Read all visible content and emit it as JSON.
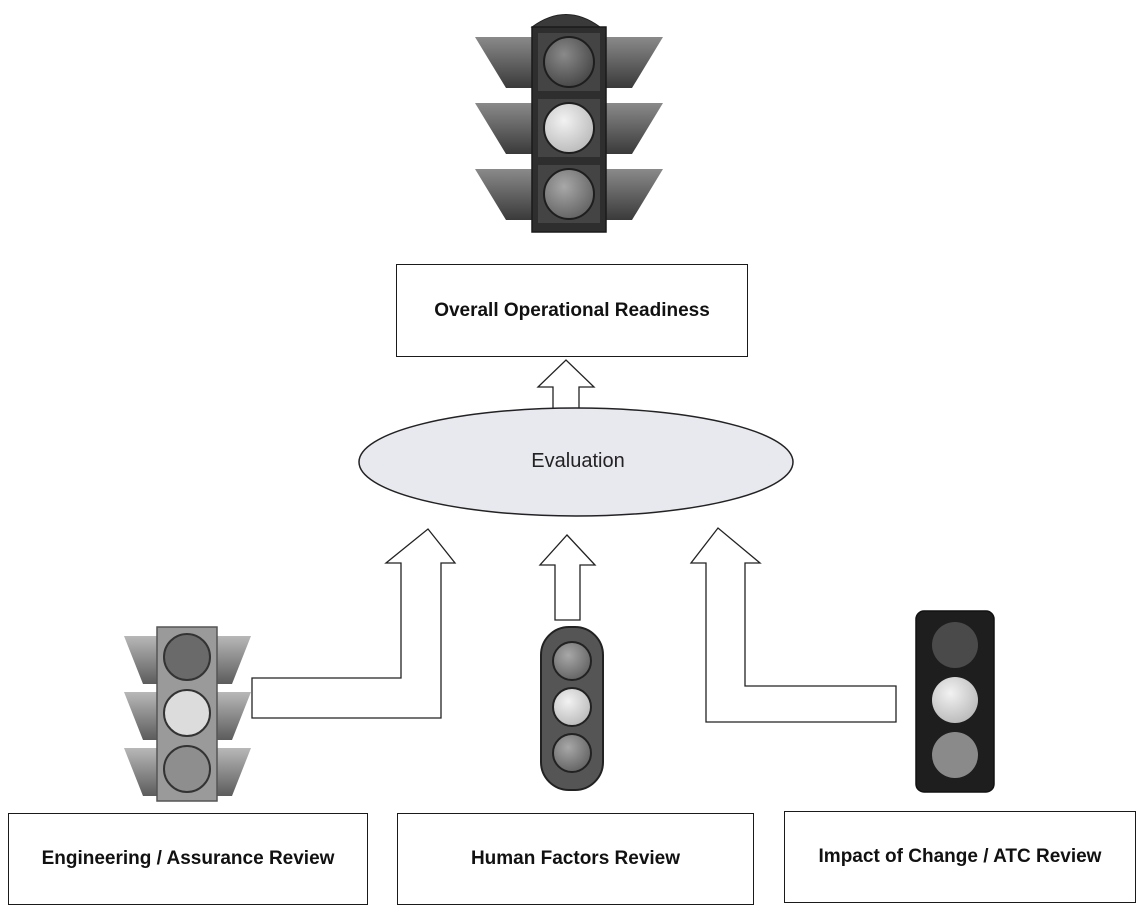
{
  "diagram": {
    "top_label": "Overall Operational Readiness",
    "center_label": "Evaluation",
    "reviews": [
      {
        "label": "Engineering / Assurance Review"
      },
      {
        "label": "Human Factors Review"
      },
      {
        "label": "Impact of Change / ATC Review"
      }
    ]
  },
  "colors": {
    "housing": "#333333",
    "ellipse_fill": "#e8e8ef",
    "lamp_dark": "#6e6e6e",
    "lamp_lit": "#cfcfcf"
  }
}
